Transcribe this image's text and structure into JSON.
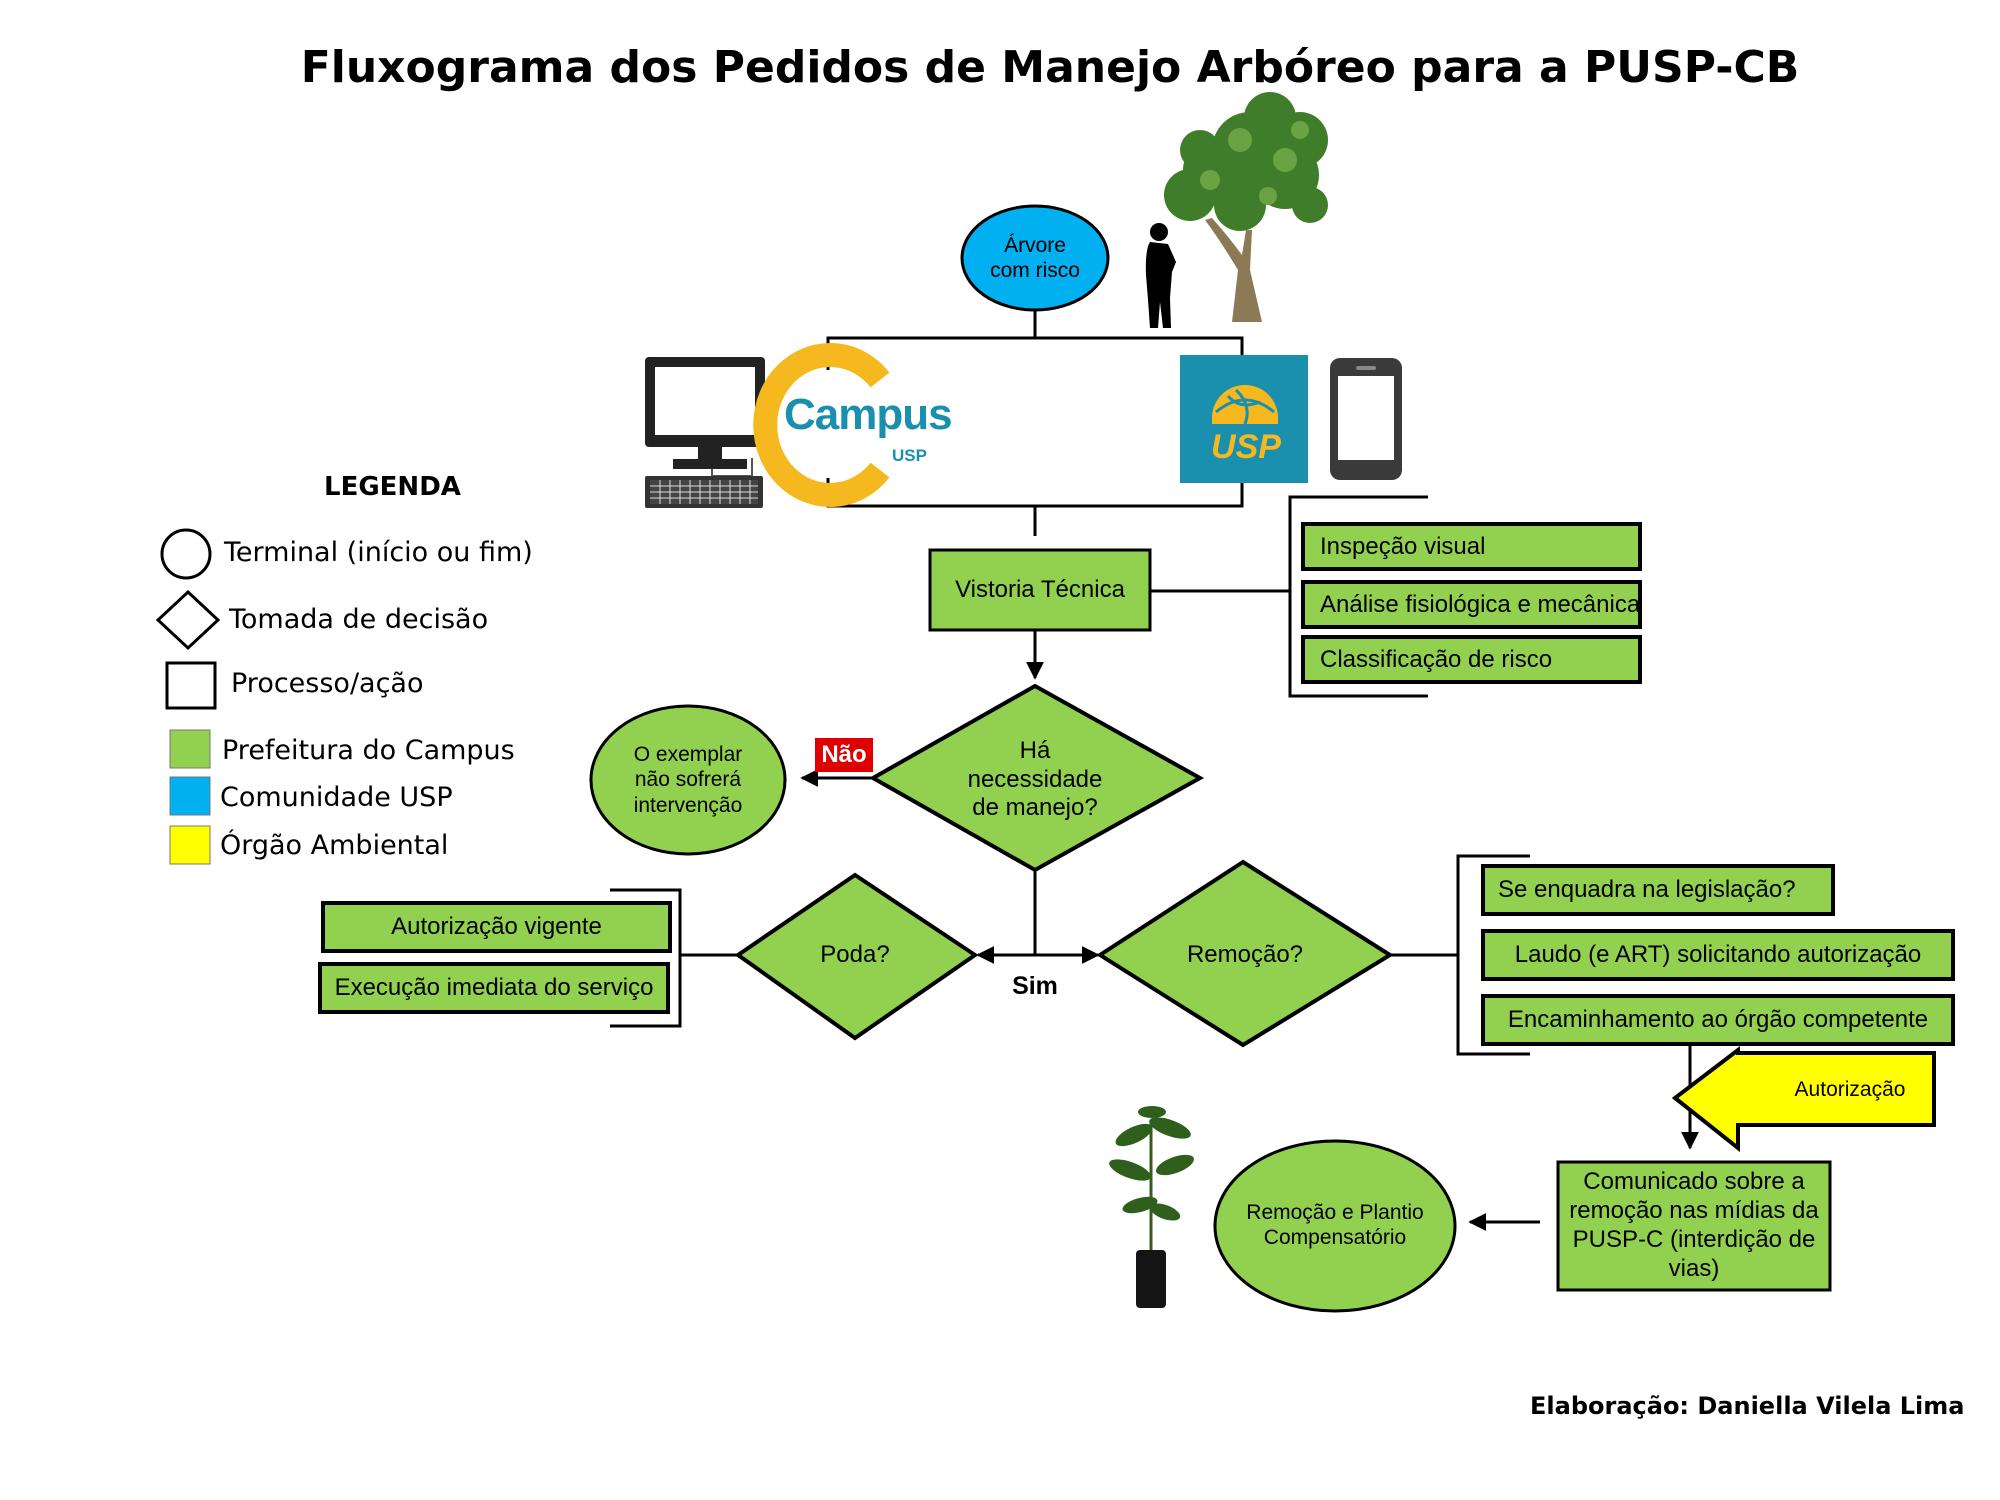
{
  "title": "Fluxograma dos Pedidos de Manejo Arbóreo para a PUSP-CB",
  "legend": {
    "heading": "LEGENDA",
    "items": [
      {
        "label": "Terminal (início ou fim)",
        "shape": "circle"
      },
      {
        "label": "Tomada de decisão",
        "shape": "diamond"
      },
      {
        "label": "Processo/ação",
        "shape": "square"
      },
      {
        "label": "Prefeitura do Campus",
        "color": "#92d050"
      },
      {
        "label": "Comunidade USP",
        "color": "#00b0f0"
      },
      {
        "label": "Órgão Ambiental",
        "color": "#ffff00"
      }
    ]
  },
  "colors": {
    "green": "#92d050",
    "blue": "#00b0f0",
    "yellow": "#ffff00",
    "red": "#e00000",
    "usp_teal": "#1a8fae",
    "usp_gold": "#f6b81f"
  },
  "logos": {
    "campus_usp": {
      "main": "Campus",
      "sub": "USP"
    },
    "usp": "USP"
  },
  "nodes": {
    "start": "Árvore com risco",
    "vistoria": "Vistoria Técnica",
    "vistoria_steps": [
      "Inspeção visual",
      "Análise fisiológica e mecânica",
      "Classificação de risco"
    ],
    "decision_manejo": "Há necessidade de manejo?",
    "no_label": "Não",
    "no_intervention": "O exemplar não sofrerá intervenção",
    "yes_label": "Sim",
    "poda": "Poda?",
    "poda_steps": [
      "Autorização vigente",
      "Execução imediata do serviço"
    ],
    "remocao": "Remoção?",
    "remocao_steps": [
      "Se enquadra na legislação?",
      "Laudo (e ART) solicitando autorização",
      "Encaminhamento ao órgão competente"
    ],
    "autorizacao": "Autorização",
    "comunicado": "Comunicado sobre a remoção nas mídias da PUSP-C (interdição de vias)",
    "end": "Remoção e Plantio Compensatório"
  },
  "credit": "Elaboração: Daniella Vilela Lima"
}
